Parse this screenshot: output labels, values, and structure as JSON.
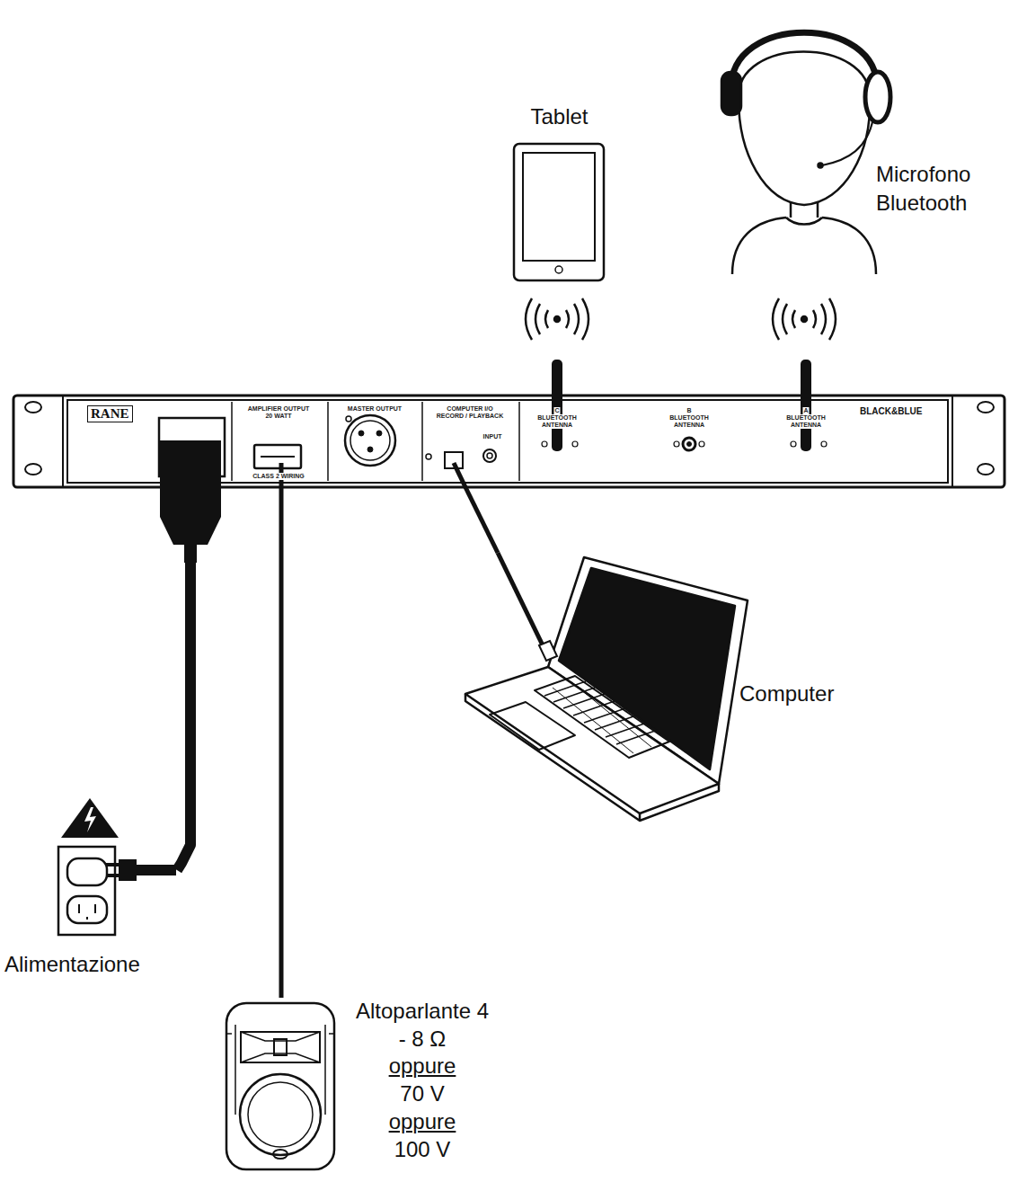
{
  "diagram": {
    "nodes": [
      {
        "text": [
          "Tablet"
        ]
      },
      {
        "text": [
          "Microfono Bluetooth"
        ]
      },
      {
        "text": [
          "RANE",
          "BLACK&BLUE"
        ]
      },
      {
        "text": [
          "Computer"
        ]
      },
      {
        "text": [
          "Alimentazione"
        ]
      },
      {
        "text": [
          "Altoparlante 4 - 8 Ω",
          "oppure",
          "70 V",
          "oppure",
          "100 V"
        ]
      }
    ],
    "edges": [
      {
        "from": 2,
        "to": 4,
        "arrow": "none"
      },
      {
        "from": 2,
        "to": 5,
        "arrow": "none"
      },
      {
        "from": 2,
        "to": 3,
        "arrow": "none"
      }
    ],
    "labels": [
      "AMPLIFIER OUTPUT",
      "20 WATT",
      "CLASS 2 WIRING",
      "MASTER OUTPUT",
      "COMPUTER I/O",
      "RECORD / PLAYBACK",
      "INPUT",
      "C",
      "BLUETOOTH",
      "ANTENNA",
      "B",
      "BLUETOOTH",
      "ANTENNA",
      "A",
      "BLUETOOTH",
      "ANTENNA"
    ]
  }
}
